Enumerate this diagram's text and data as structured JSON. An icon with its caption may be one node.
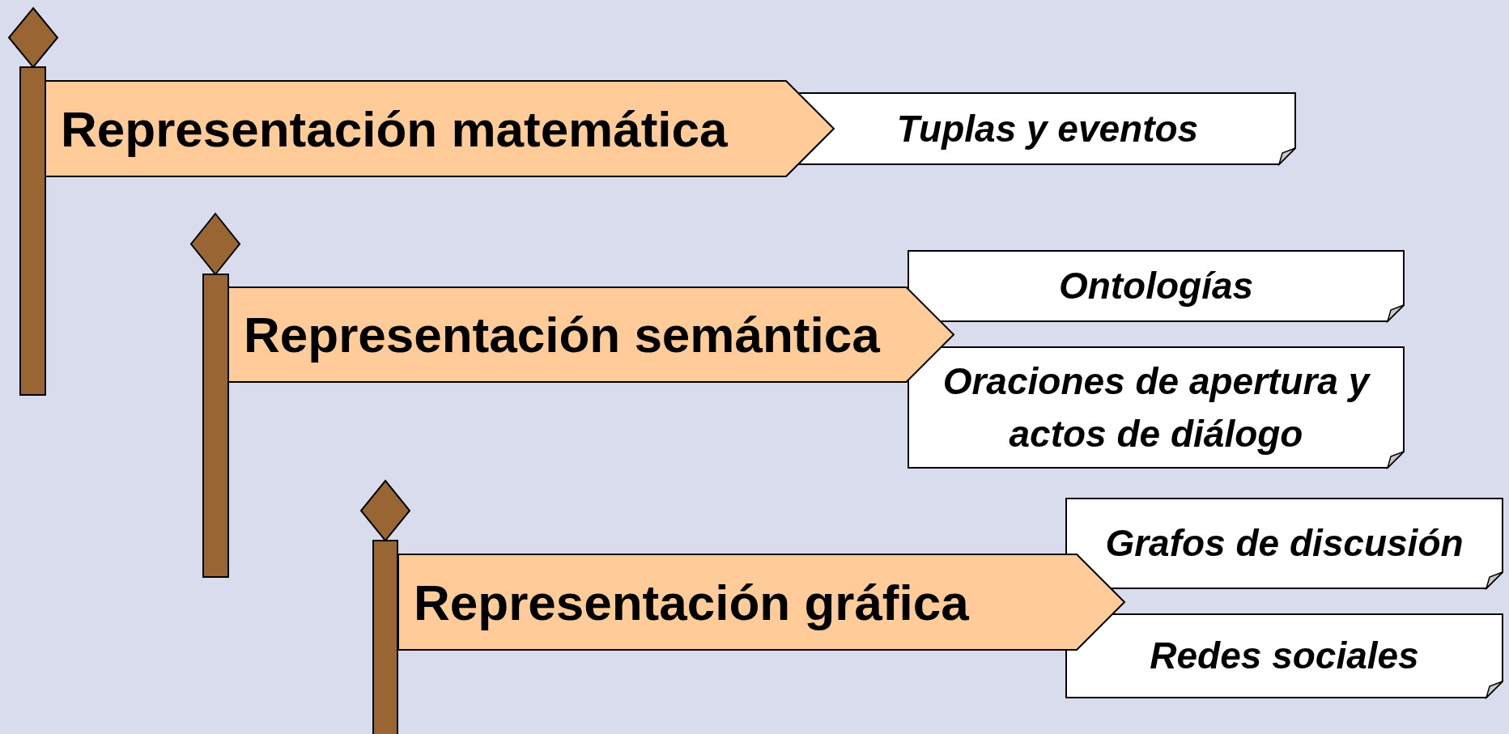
{
  "diagram": {
    "nodes": [
      {
        "text": [
          "Representación matemática"
        ]
      },
      {
        "text": [
          "Tuplas y eventos"
        ]
      },
      {
        "text": [
          "Representación semántica"
        ]
      },
      {
        "text": [
          "Ontologías"
        ]
      },
      {
        "text": [
          "Oraciones de apertura y actos de diálogo"
        ]
      },
      {
        "text": [
          "Representación gráfica"
        ]
      },
      {
        "text": [
          "Grafos de discusión"
        ]
      },
      {
        "text": [
          "Redes sociales"
        ]
      }
    ]
  }
}
